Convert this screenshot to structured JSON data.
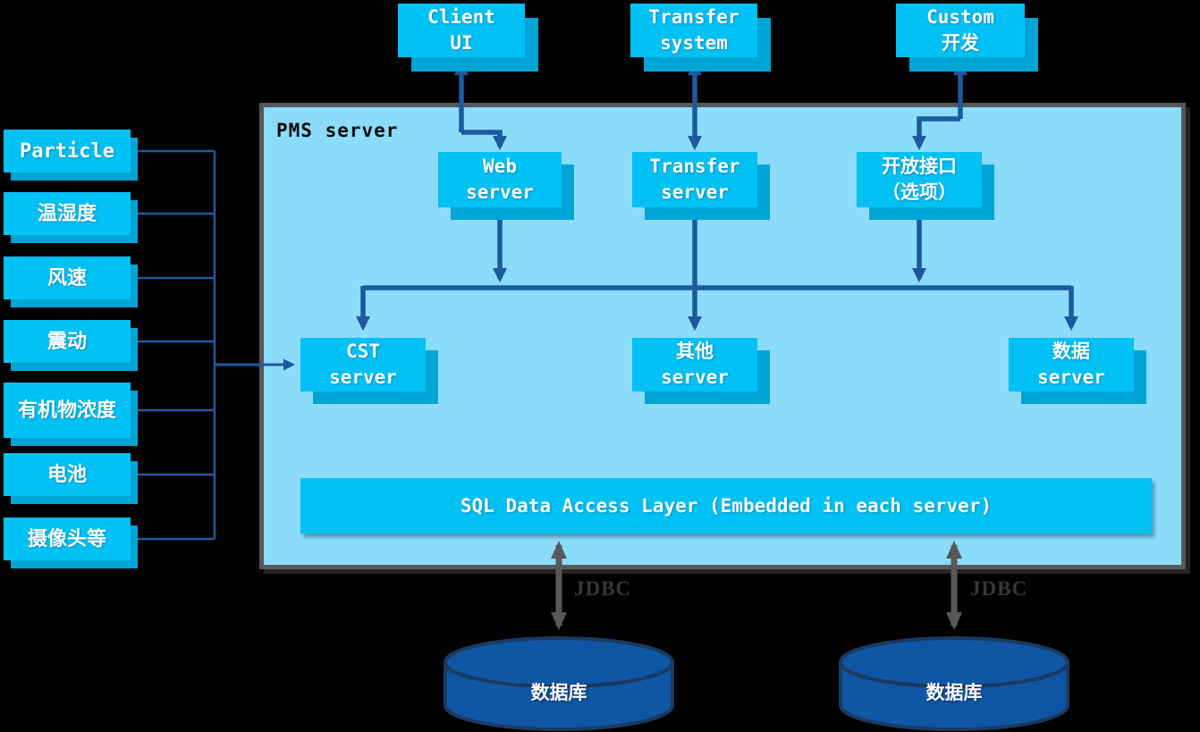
{
  "pms": {
    "label": "PMS server"
  },
  "nodes": {
    "client_ui": {
      "line1": "Client",
      "line2": "UI"
    },
    "transfer_system": {
      "line1": "Transfer",
      "line2": "system"
    },
    "custom_dev": {
      "line1": "Custom",
      "line2": "开发"
    },
    "web_server": {
      "line1": "Web",
      "line2": "server"
    },
    "transfer_server": {
      "line1": "Transfer",
      "line2": "server"
    },
    "open_api": {
      "line1": "开放接口",
      "line2": "（选项）"
    },
    "cst_server": {
      "line1": "CST",
      "line2": "server"
    },
    "other_server": {
      "line1": "其他",
      "line2": "server"
    },
    "data_server": {
      "line1": "数据",
      "line2": "server"
    }
  },
  "sensors": [
    "Particle",
    "温湿度",
    "风速",
    "震动",
    "有机物浓度",
    "电池",
    "摄像头等"
  ],
  "sql_layer": {
    "label": "SQL Data Access Layer (Embedded in each server)"
  },
  "jdbc": [
    "JDBC",
    "JDBC"
  ],
  "databases": [
    "数据库",
    "数据库"
  ],
  "colors": {
    "background": "#000000",
    "node_fill": "#00c1f4",
    "node_shadow": "#00a5d6",
    "pms_fill": "#8adcfa",
    "pms_border": "#57585a",
    "arrow_blue": "#1b5a9e",
    "arrow_gray": "#57585a",
    "jdbc_text": "#34373b",
    "database_fill": "#0f57a5",
    "database_border": "#1a3a61",
    "text_white": "#ffffff"
  }
}
